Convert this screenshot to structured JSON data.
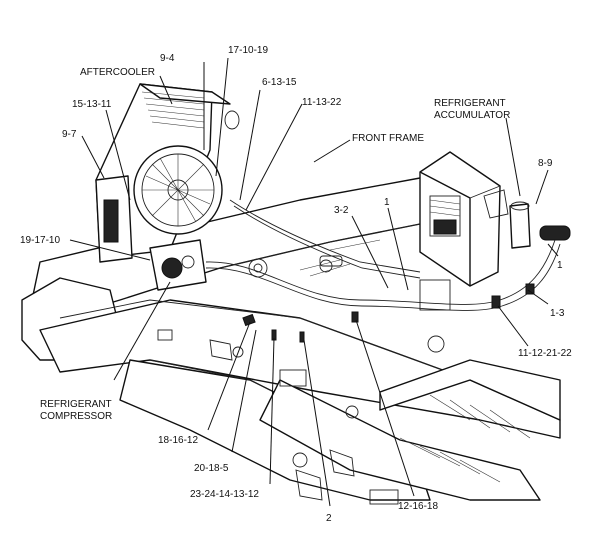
{
  "labels": {
    "aftercooler": "AFTERCOOLER",
    "l_9_4": "9-4",
    "l_17_10_19": "17-10-19",
    "l_6_13_15": "6-13-15",
    "l_11_13_22": "11-13-22",
    "l_15_13_11": "15-13-11",
    "l_9_7": "9-7",
    "front_frame": "FRONT FRAME",
    "accumulator_1": "REFRIGERANT",
    "accumulator_2": "ACCUMULATOR",
    "l_8_9": "8-9",
    "l_3_2": "3-2",
    "l_1_top": "1",
    "l_1_right": "1",
    "l_1_3": "1-3",
    "l_19_17_10": "19-17-10",
    "l_11_12_21_22": "11-12-21-22",
    "compressor_1": "REFRIGERANT",
    "compressor_2": "COMPRESSOR",
    "l_18_16_12": "18-16-12",
    "l_20_18_5": "20-18-5",
    "l_23_24_14_13_12": "23-24-14-13-12",
    "l_2": "2",
    "l_12_16_18": "12-16-18"
  }
}
